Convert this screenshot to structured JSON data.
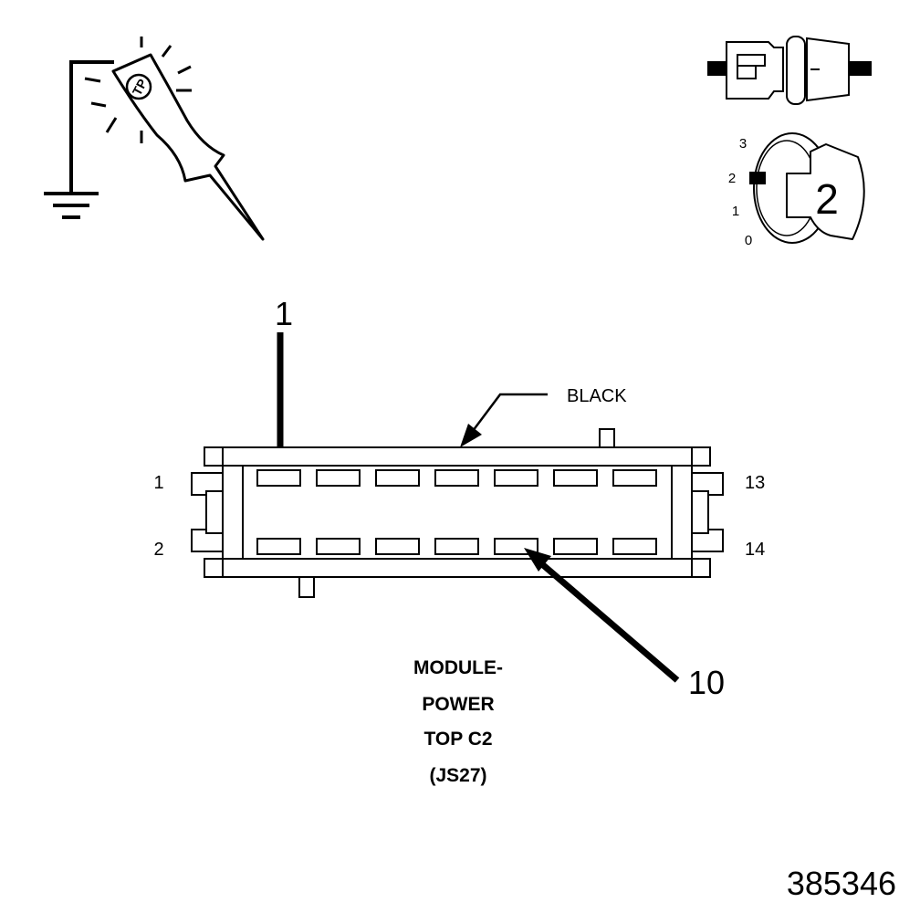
{
  "probe": {
    "logo_text": "TP"
  },
  "key_switch": {
    "positions": [
      "3",
      "2",
      "1",
      "0"
    ],
    "selected": "2",
    "key_label": "2"
  },
  "callouts": {
    "top": "1",
    "bottom": "10",
    "color": "BLACK"
  },
  "pin_labels": {
    "top_left": "1",
    "bottom_left": "2",
    "top_right": "13",
    "bottom_right": "14"
  },
  "caption": {
    "line1": "MODULE-",
    "line2": "POWER",
    "line3": "TOP C2",
    "line4": "(JS27)"
  },
  "figure_id": "385346"
}
